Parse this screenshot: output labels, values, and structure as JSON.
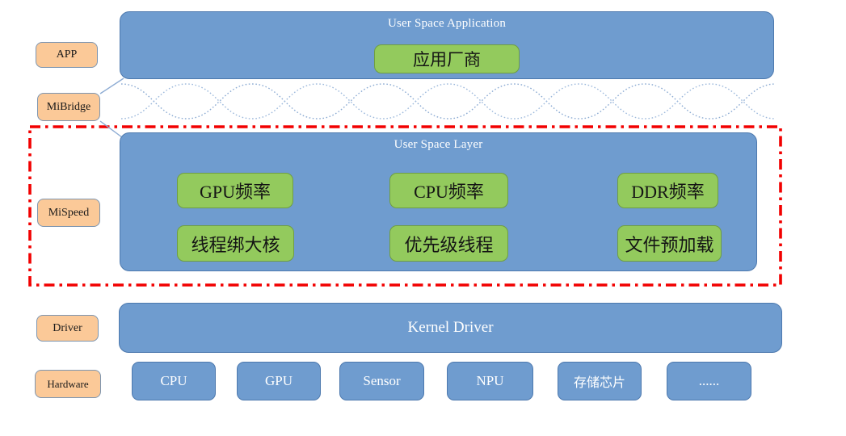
{
  "sidebar_labels": {
    "app": "APP",
    "mibridge": "MiBridge",
    "mispeed": "MiSpeed",
    "driver": "Driver",
    "hardware": "Hardware"
  },
  "user_space_application": {
    "title": "User Space Application",
    "vendor": "应用厂商"
  },
  "user_space_layer": {
    "title": "User Space Layer",
    "features_row1": [
      "GPU频率",
      "CPU频率",
      "DDR频率"
    ],
    "features_row2": [
      "线程绑大核",
      "优先级线程",
      "文件预加载"
    ]
  },
  "kernel": {
    "title": "Kernel Driver"
  },
  "hardware_row": [
    "CPU",
    "GPU",
    "Sensor",
    "NPU",
    "存储芯片",
    "......"
  ],
  "colors": {
    "box_blue": "#6f9ccf",
    "box_blue_border": "#4d79ae",
    "green": "#93ca5d",
    "green_border": "#6f9e43",
    "orange": "#fbc998",
    "orange_border": "#7d95b0",
    "red_frame": "#f20000",
    "wave_blue": "#8cabd3",
    "title_text": "#ffffff",
    "chip_text": "#141414"
  }
}
